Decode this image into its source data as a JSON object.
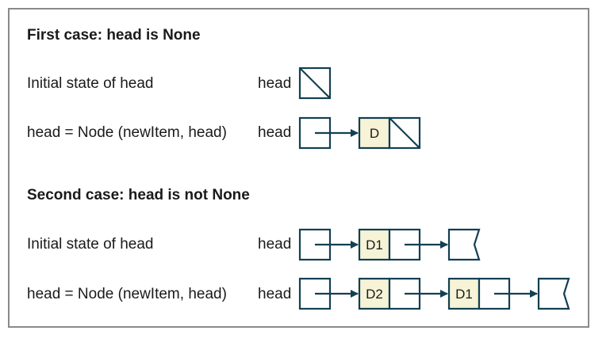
{
  "section1": {
    "title": "First case: head is None",
    "row1": {
      "label": "Initial state of head",
      "var": "head"
    },
    "row2": {
      "label": "head = Node (newItem, head)",
      "var": "head",
      "node1": "D"
    }
  },
  "section2": {
    "title": "Second case: head is not None",
    "row1": {
      "label": "Initial state of head",
      "var": "head",
      "node1": "D1"
    },
    "row2": {
      "label": "head = Node (newItem, head)",
      "var": "head",
      "node1": "D2",
      "node2": "D1"
    }
  }
}
